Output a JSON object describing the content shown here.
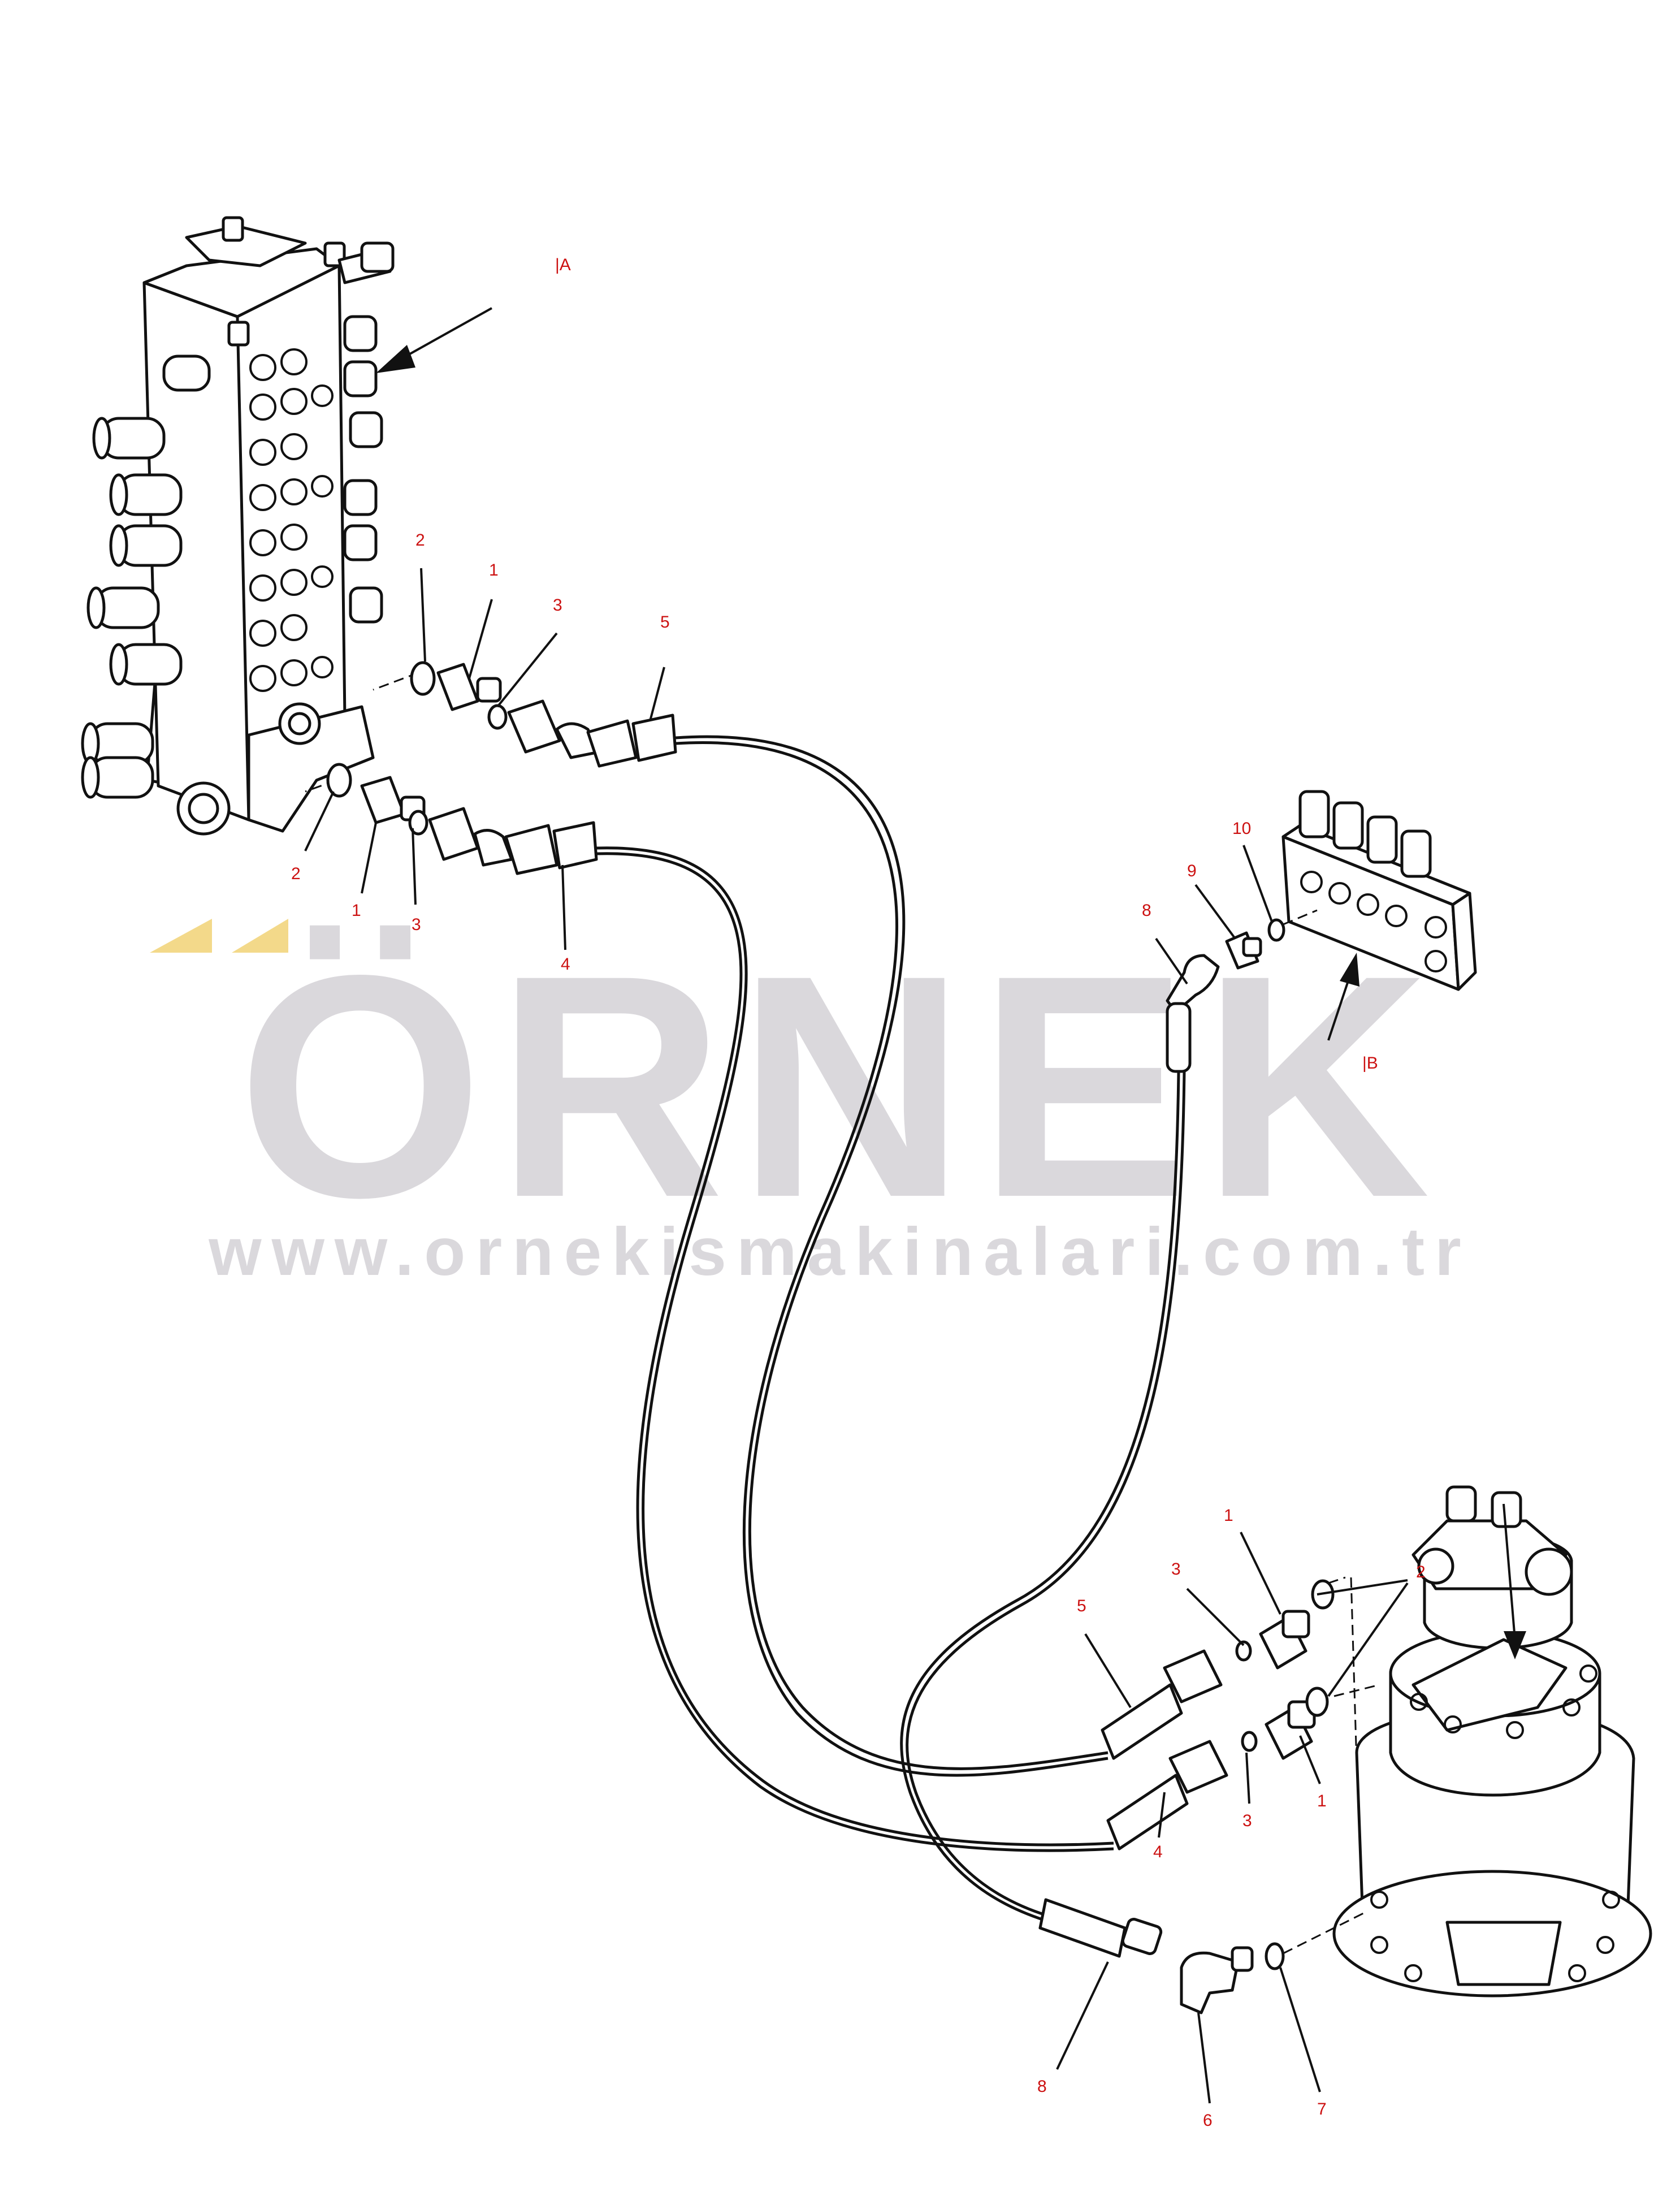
{
  "view_labels": {
    "a": "|A",
    "b": "|B"
  },
  "watermark": {
    "brand": "ÖRNEK",
    "url": "www.ornekismakinalari.com.tr",
    "accent_color": "#f3d98a",
    "text_color": "#dad8dc"
  },
  "callouts": {
    "top_2a": "2",
    "top_1a": "1",
    "top_3a": "3",
    "top_5": "5",
    "top_2b": "2",
    "top_1b": "1",
    "top_3b": "3",
    "top_4": "4",
    "mid_10": "10",
    "mid_9": "9",
    "mid_8": "8",
    "bot_1a": "1",
    "bot_3a": "3",
    "bot_5": "5",
    "bot_2": "2",
    "bot_1b": "1",
    "bot_3b": "3",
    "bot_4": "4",
    "bot_8": "8",
    "bot_6": "6",
    "bot_7": "7"
  },
  "callout_color": "#cc1111"
}
